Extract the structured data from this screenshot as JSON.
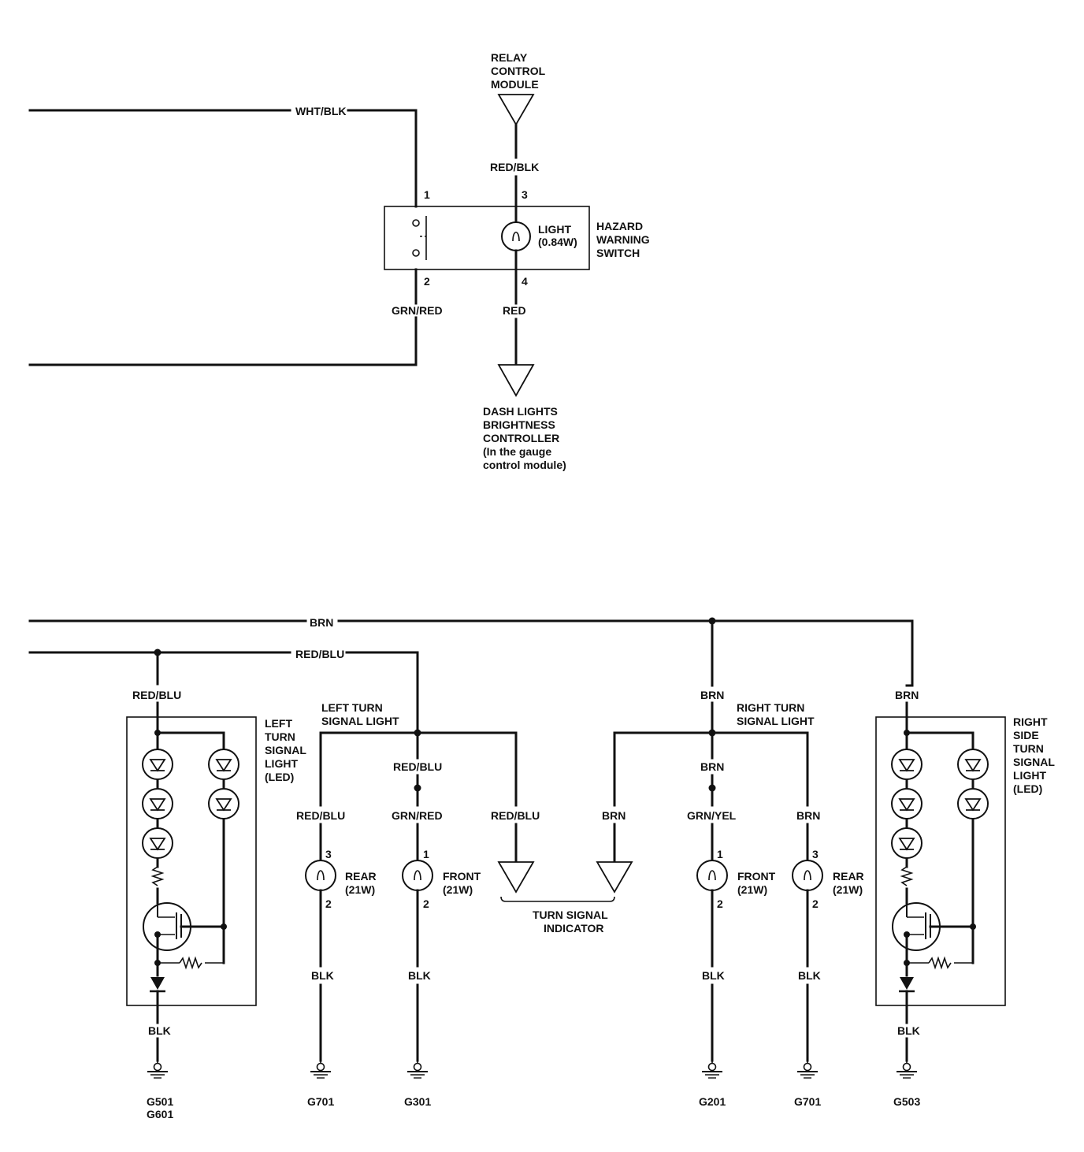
{
  "top_circuit": {
    "wire_wht_blk": "WHT/BLK",
    "wire_grn_red": "GRN/RED",
    "wire_red_blk": "RED/BLK",
    "wire_red": "RED",
    "relay": [
      "RELAY",
      "CONTROL",
      "MODULE"
    ],
    "hazard_switch": [
      "HAZARD",
      "WARNING",
      "SWITCH"
    ],
    "light": [
      "LIGHT",
      "(0.84W)"
    ],
    "pins": {
      "p1": "1",
      "p2": "2",
      "p3": "3",
      "p4": "4"
    },
    "dash": [
      "DASH LIGHTS",
      "BRIGHTNESS",
      "CONTROLLER",
      "(In the gauge",
      "control module)"
    ]
  },
  "bottom_circuit": {
    "bus_brn": "BRN",
    "bus_red_blu": "RED/BLU",
    "left_led_wire": "RED/BLU",
    "left_led_label": [
      "LEFT",
      "TURN",
      "SIGNAL",
      "LIGHT",
      "(LED)"
    ],
    "left_led_gnd_wire": "BLK",
    "left_led_ground": [
      "G501",
      "G601"
    ],
    "left_turn_label": [
      "LEFT TURN",
      "SIGNAL LIGHT"
    ],
    "left_rear": {
      "wire": "RED/BLU",
      "pin_top": "3",
      "pin_bot": "2",
      "label": [
        "REAR",
        "(21W)"
      ],
      "gnd_wire": "BLK",
      "ground": "G701"
    },
    "left_front": {
      "wire_upper": "RED/BLU",
      "wire": "GRN/RED",
      "pin_top": "1",
      "pin_bot": "2",
      "label": [
        "FRONT",
        "(21W)"
      ],
      "gnd_wire": "BLK",
      "ground": "G301"
    },
    "indicator_left_wire": "RED/BLU",
    "indicator_right_wire": "BRN",
    "indicator_label": [
      "TURN SIGNAL",
      "INDICATOR"
    ],
    "right_turn_wire_top": "BRN",
    "right_turn_label": [
      "RIGHT TURN",
      "SIGNAL LIGHT"
    ],
    "right_front": {
      "wire_upper": "BRN",
      "wire": "GRN/YEL",
      "pin_top": "1",
      "pin_bot": "2",
      "label": [
        "FRONT",
        "(21W)"
      ],
      "gnd_wire": "BLK",
      "ground": "G201"
    },
    "right_rear": {
      "wire": "BRN",
      "pin_top": "3",
      "pin_bot": "2",
      "label": [
        "REAR",
        "(21W)"
      ],
      "gnd_wire": "BLK",
      "ground": "G701"
    },
    "right_led_wire": "BRN",
    "right_led_label": [
      "RIGHT",
      "SIDE",
      "TURN",
      "SIGNAL",
      "LIGHT",
      "(LED)"
    ],
    "right_led_gnd_wire": "BLK",
    "right_led_ground": "G503"
  }
}
